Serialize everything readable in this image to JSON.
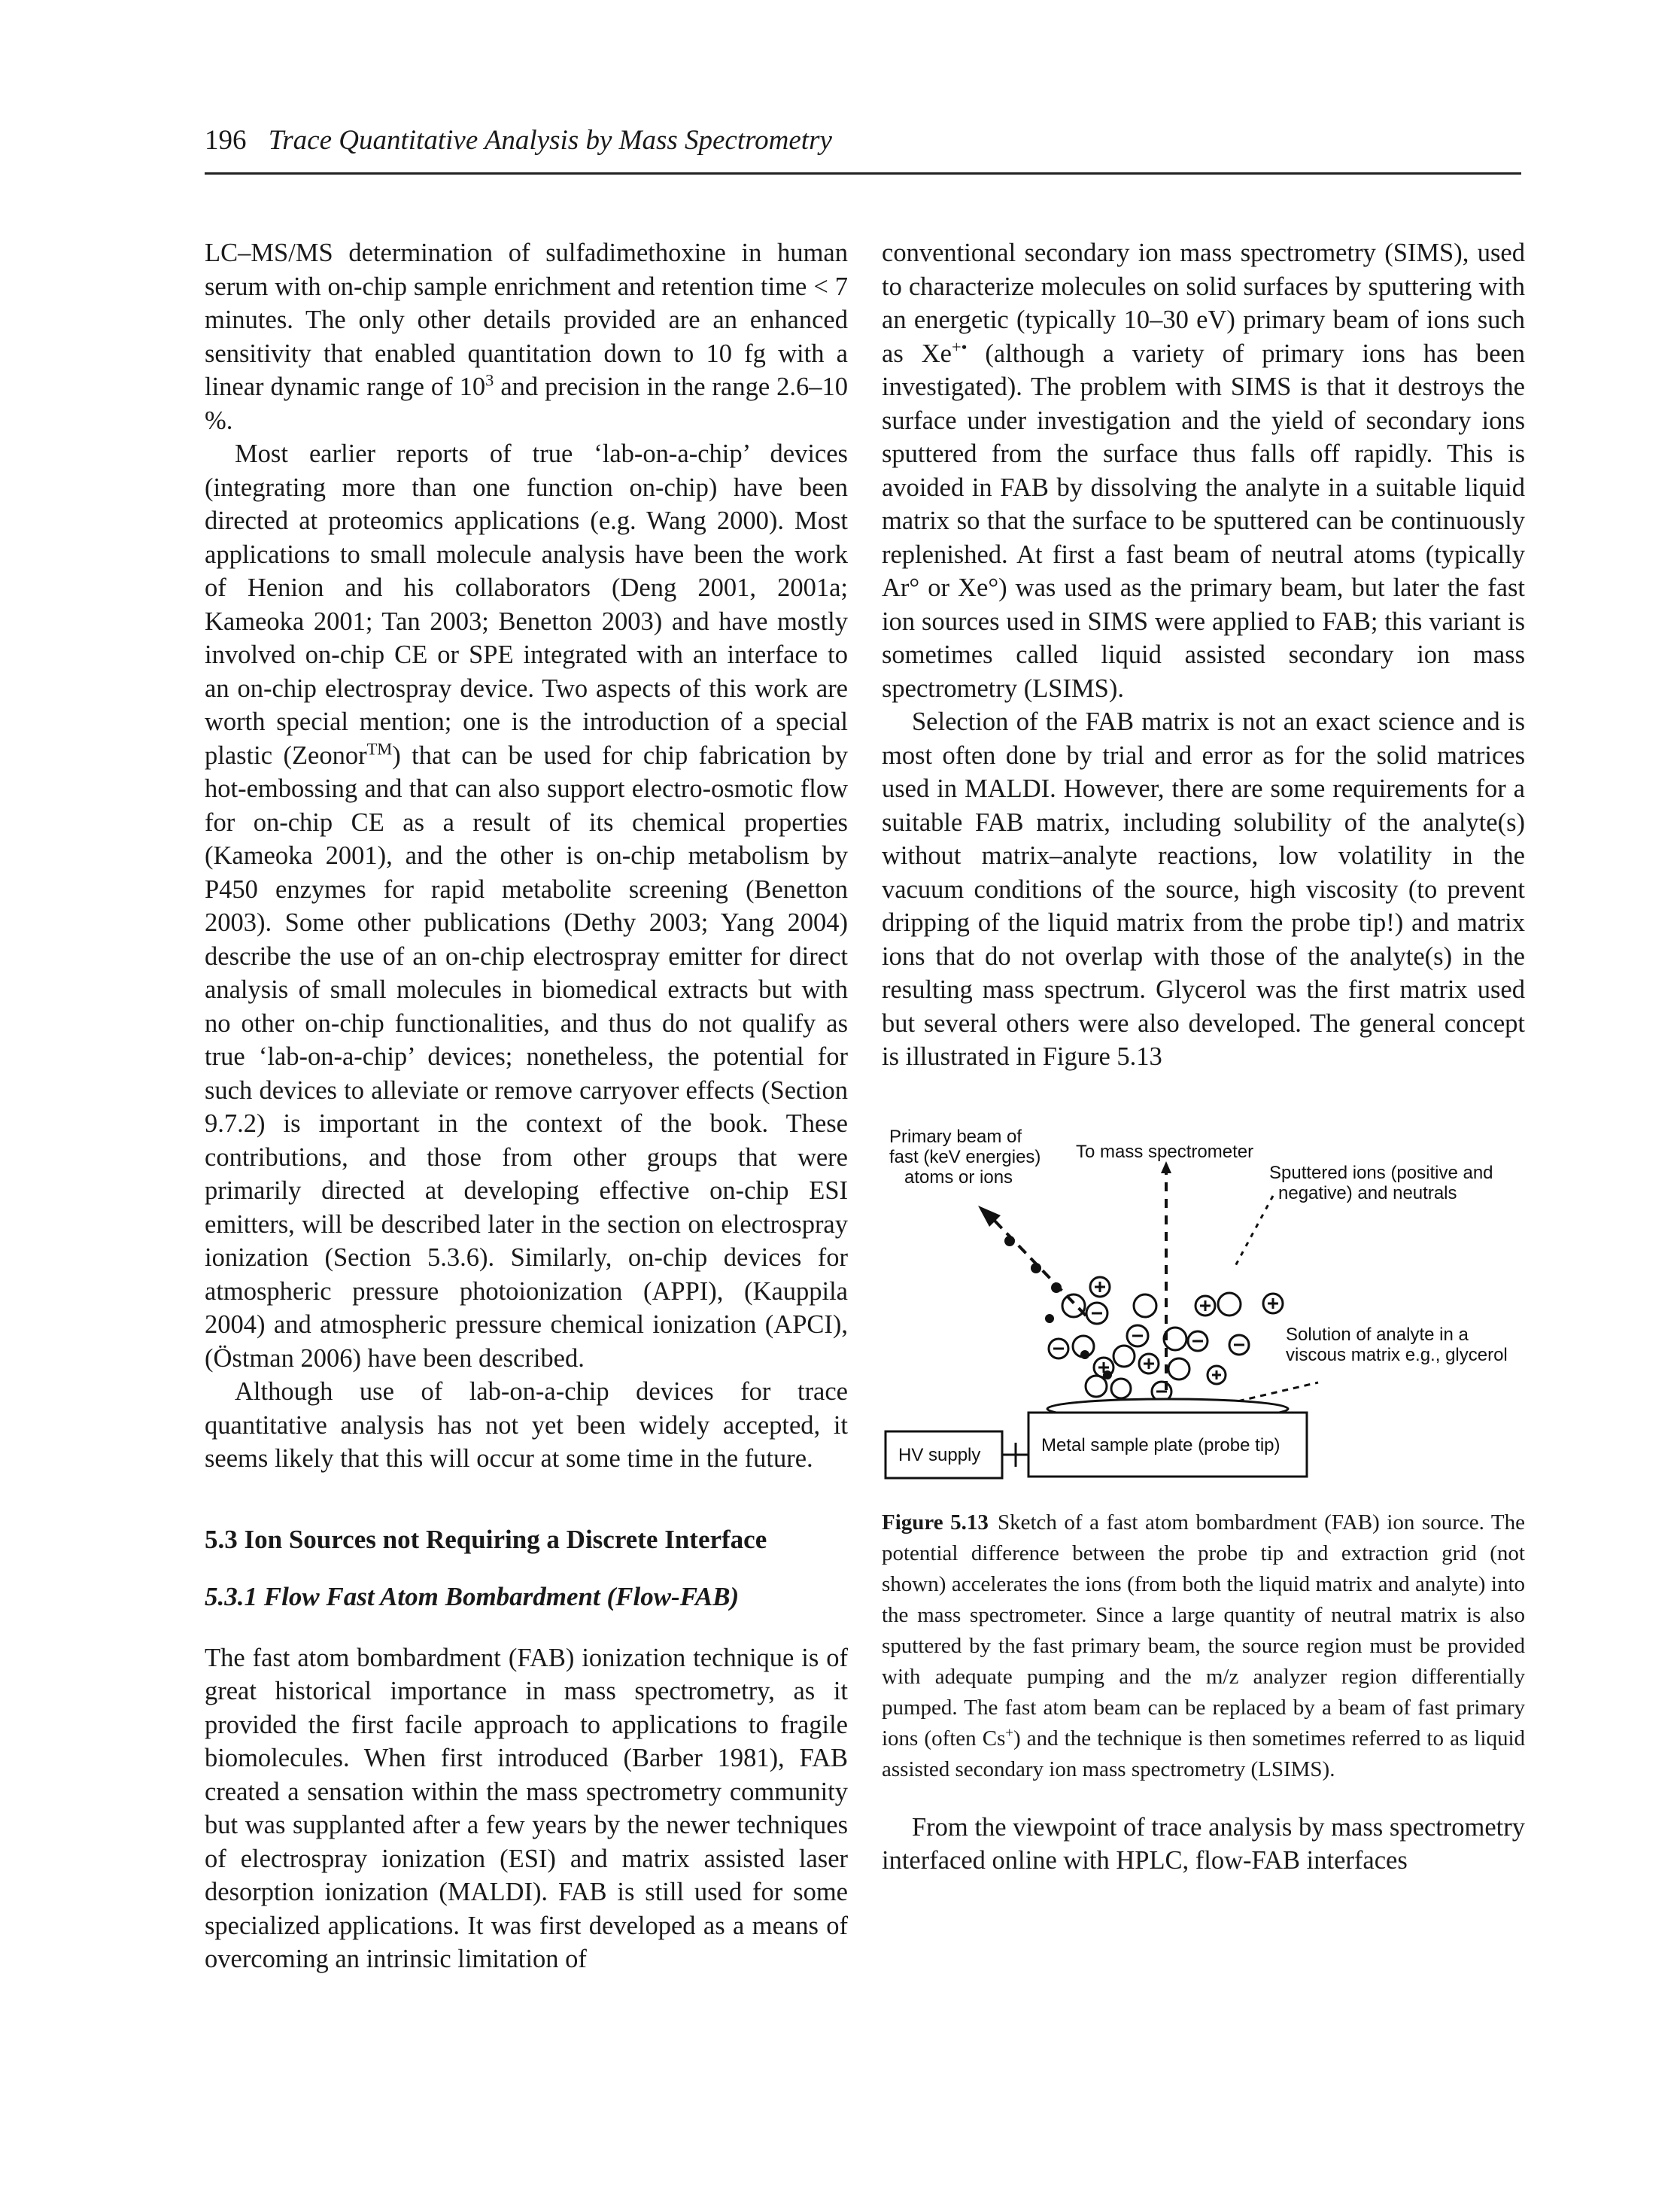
{
  "running_head": {
    "page_number": "196",
    "title": "Trace Quantitative Analysis by Mass Spectrometry"
  },
  "left_column": {
    "para1": "LC–MS/MS determination of sulfadimethoxine in human serum with on-chip sample enrichment and retention time < 7 minutes. The only other details provided are an enhanced sensitivity that enabled quantitation down to 10 fg with a linear dynamic range of 10",
    "para1_sup": "3",
    "para1_end": " and precision in the range 2.6–10 %.",
    "para2": "Most earlier reports of true ‘lab-on-a-chip’ devices (integrating more than one function on-chip) have been directed at proteomics applications (e.g. Wang 2000). Most applications to small molecule analysis have been the work of Henion and his collaborators (Deng 2001, 2001a; Kameoka 2001; Tan 2003; Benetton 2003) and have mostly involved on-chip CE or SPE integrated with an interface to an on-chip electrospray device. Two aspects of this work are worth special mention; one is the introduction of a special plastic (Zeonor",
    "para2_sup": "TM",
    "para2_end": ") that can be used for chip fabrication by hot-embossing and that can also support electro-osmotic flow for on-chip CE as a result of its chemical properties (Kameoka 2001), and the other is on-chip metabolism by P450 enzymes for rapid metabolite screening (Benetton 2003). Some other publications (Dethy 2003; Yang 2004) describe the use of an on-chip electrospray emitter for direct analysis of small molecules in biomedical extracts but with no other on-chip functionalities, and thus do not qualify as true ‘lab-on-a-chip’ devices; nonetheless, the potential for such devices to alleviate or remove carryover effects (Section 9.7.2) is important in the context of the book. These contributions, and those from other groups that were primarily directed at developing effective on-chip ESI emitters, will be described later in the section on electrospray ionization (Section 5.3.6). Similarly, on-chip devices for atmospheric pressure photoionization (APPI), (Kauppila 2004) and atmospheric pressure chemical ionization (APCI), (Östman 2006) have been described.",
    "para3": "Although use of lab-on-a-chip devices for trace quantitative analysis has not yet been widely accepted, it seems likely that this will occur at some time in the future.",
    "section_heading": "5.3 Ion Sources not Requiring a Discrete Interface",
    "subsection_heading": "5.3.1 Flow Fast Atom Bombardment (Flow-FAB)",
    "para4": "The fast atom bombardment (FAB) ionization technique is of great historical importance in mass spectrometry, as it provided the first facile approach to applications to fragile biomolecules. When first introduced (Barber 1981), FAB created a sensation within the mass spectrometry community but was supplanted after a few years by the newer techniques of electrospray ionization (ESI) and matrix assisted laser desorption ionization (MALDI). FAB is still used for some specialized applications. It was first developed as a means of overcoming an intrinsic limitation of"
  },
  "right_column": {
    "para1": "conventional secondary ion mass spectrometry (SIMS), used to characterize molecules on solid surfaces by sputtering with an energetic (typically 10–30 eV) primary beam of ions such as Xe",
    "para1_sup": "+•",
    "para1_end": " (although a variety of primary ions has been investigated). The problem with SIMS is that it destroys the surface under investigation and the yield of secondary ions sputtered from the surface thus falls off rapidly. This is avoided in FAB by dissolving the analyte in a suitable liquid matrix so that the surface to be sputtered can be continuously replenished. At first a fast beam of neutral atoms (typically Ar° or Xe°) was used as the primary beam, but later the fast ion sources used in SIMS were applied to FAB; this variant is sometimes called liquid assisted secondary ion mass spectrometry (LSIMS).",
    "para2": "Selection of the FAB matrix is not an exact science and is most often done by trial and error as for the solid matrices used in MALDI. However, there are some requirements for a suitable FAB matrix, including solubility of the analyte(s) without matrix–analyte reactions, low volatility in the vacuum conditions of the source, high viscosity (to prevent dripping of the liquid matrix from the probe tip!) and matrix ions that do not overlap with those of the analyte(s) in the resulting mass spectrum. Glycerol was the first matrix used but several others were also developed. The general concept is illustrated in Figure 5.13",
    "figure": {
      "label_primary_beam_1": "Primary beam of",
      "label_primary_beam_2": "fast (keV energies)",
      "label_primary_beam_3": "atoms or ions",
      "label_to_ms": "To mass spectrometer",
      "label_sputtered_1": "Sputtered ions (positive and",
      "label_sputtered_2": "negative) and neutrals",
      "label_solution_1": "Solution of analyte in a",
      "label_solution_2": "viscous matrix e.g., glycerol",
      "label_hv": "HV supply",
      "label_plate": "Metal sample plate (probe tip)"
    },
    "caption_label": "Figure 5.13",
    "caption_text": "Sketch of a fast atom bombardment (FAB) ion source. The potential difference between the probe tip and extraction grid (not shown) accelerates the ions (from both the liquid matrix and analyte) into the mass spectrometer. Since a large quantity of neutral matrix is also sputtered by the fast primary beam, the source region must be provided with adequate pumping and the m/z analyzer region differentially pumped. The fast atom beam can be replaced by a beam of fast primary ions (often Cs",
    "caption_sup": "+",
    "caption_end": ") and the technique is then sometimes referred to as liquid assisted secondary ion mass spectrometry (LSIMS).",
    "para3": "From the viewpoint of trace analysis by mass spectrometry interfaced online with HPLC, flow-FAB interfaces"
  }
}
